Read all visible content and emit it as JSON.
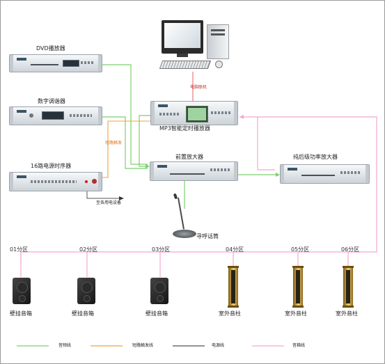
{
  "devices": {
    "dvd": "DVD播放器",
    "tuner": "数字调谐器",
    "sequencer": "16路电源时序器",
    "mp3": "MP3智能定时播放器",
    "preamp": "前置放大器",
    "poweramp": "纯后级功率放大器",
    "mic": "寻呼话筒"
  },
  "connections": {
    "computer_link": "电脑联机",
    "short_trigger": "短路触发",
    "to_power": "至各用电设备"
  },
  "zones": [
    "01分区",
    "02分区",
    "03分区",
    "04分区",
    "05分区",
    "06分区"
  ],
  "speakers": [
    "壁挂音箱",
    "壁挂音箱",
    "壁挂音箱",
    "室外音柱",
    "室外音柱",
    "室外音柱"
  ],
  "legend": [
    "音频线",
    "短路触发线",
    "电源线",
    "音箱线"
  ],
  "colors": {
    "audio": "#7ccf6f",
    "trigger": "#f0a040",
    "power": "#555555",
    "speaker": "#f2a8cf",
    "label_red": "#c0392b",
    "label_orange": "#e07820"
  }
}
